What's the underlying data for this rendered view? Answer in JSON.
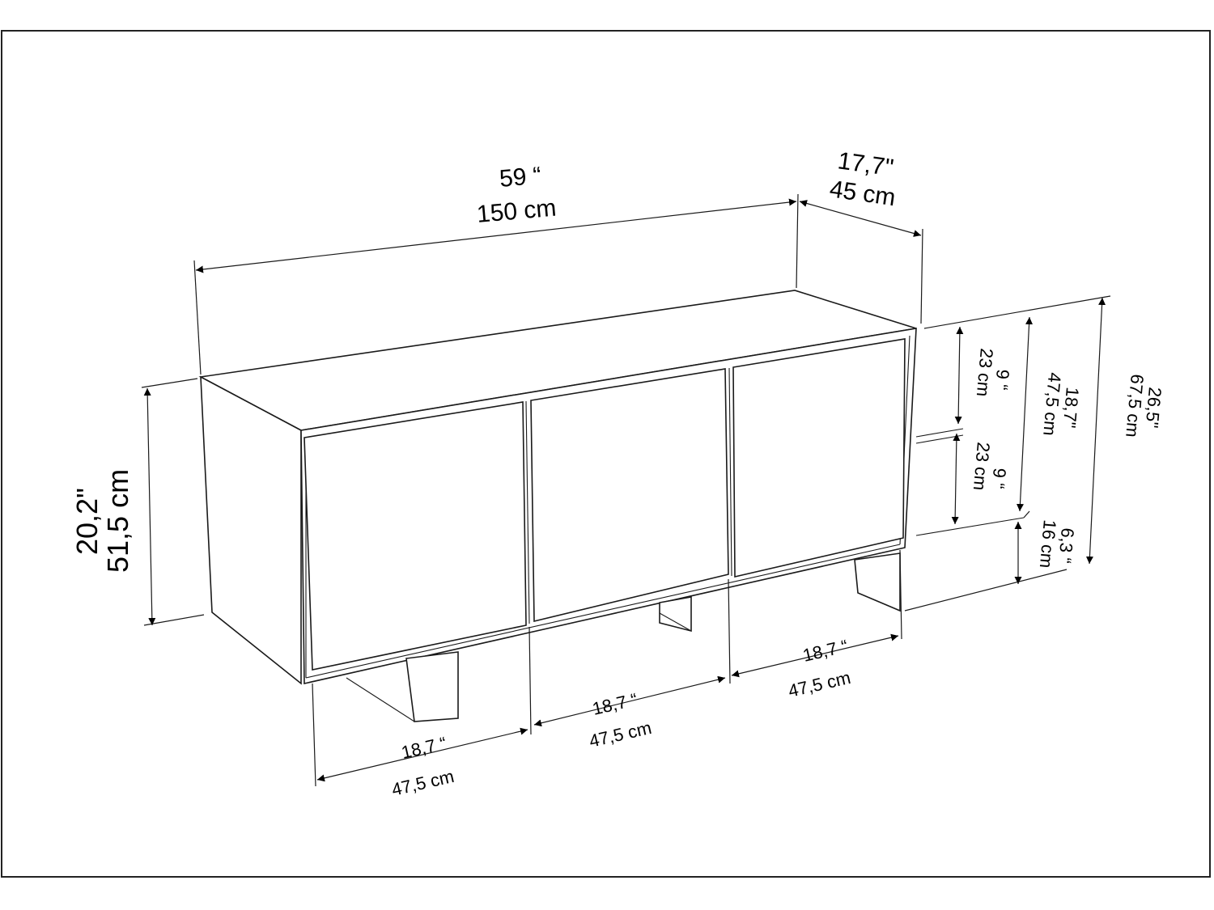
{
  "diagram": {
    "width_in": "59 “",
    "width_cm": "150 cm",
    "depth_in": "17,7\"",
    "depth_cm": "45 cm",
    "height_in": "20,2\"",
    "height_cm": "51,5 cm",
    "shelf_top_in": "9 “",
    "shelf_top_cm": "23 cm",
    "shelf_bottom_in": "9 “",
    "shelf_bottom_cm": "23 cm",
    "body_height_in": "18,7\"",
    "body_height_cm": "47,5 cm",
    "total_height_in": "26,5\"",
    "total_height_cm": "67,5 cm",
    "leg_height_in": "6,3 “",
    "leg_height_cm": "16 cm",
    "door_left_in": "18,7 “",
    "door_left_cm": "47,5 cm",
    "door_middle_in": "18,7 “",
    "door_middle_cm": "47,5 cm",
    "door_right_in": "18,7 “",
    "door_right_cm": "47,5 cm"
  }
}
